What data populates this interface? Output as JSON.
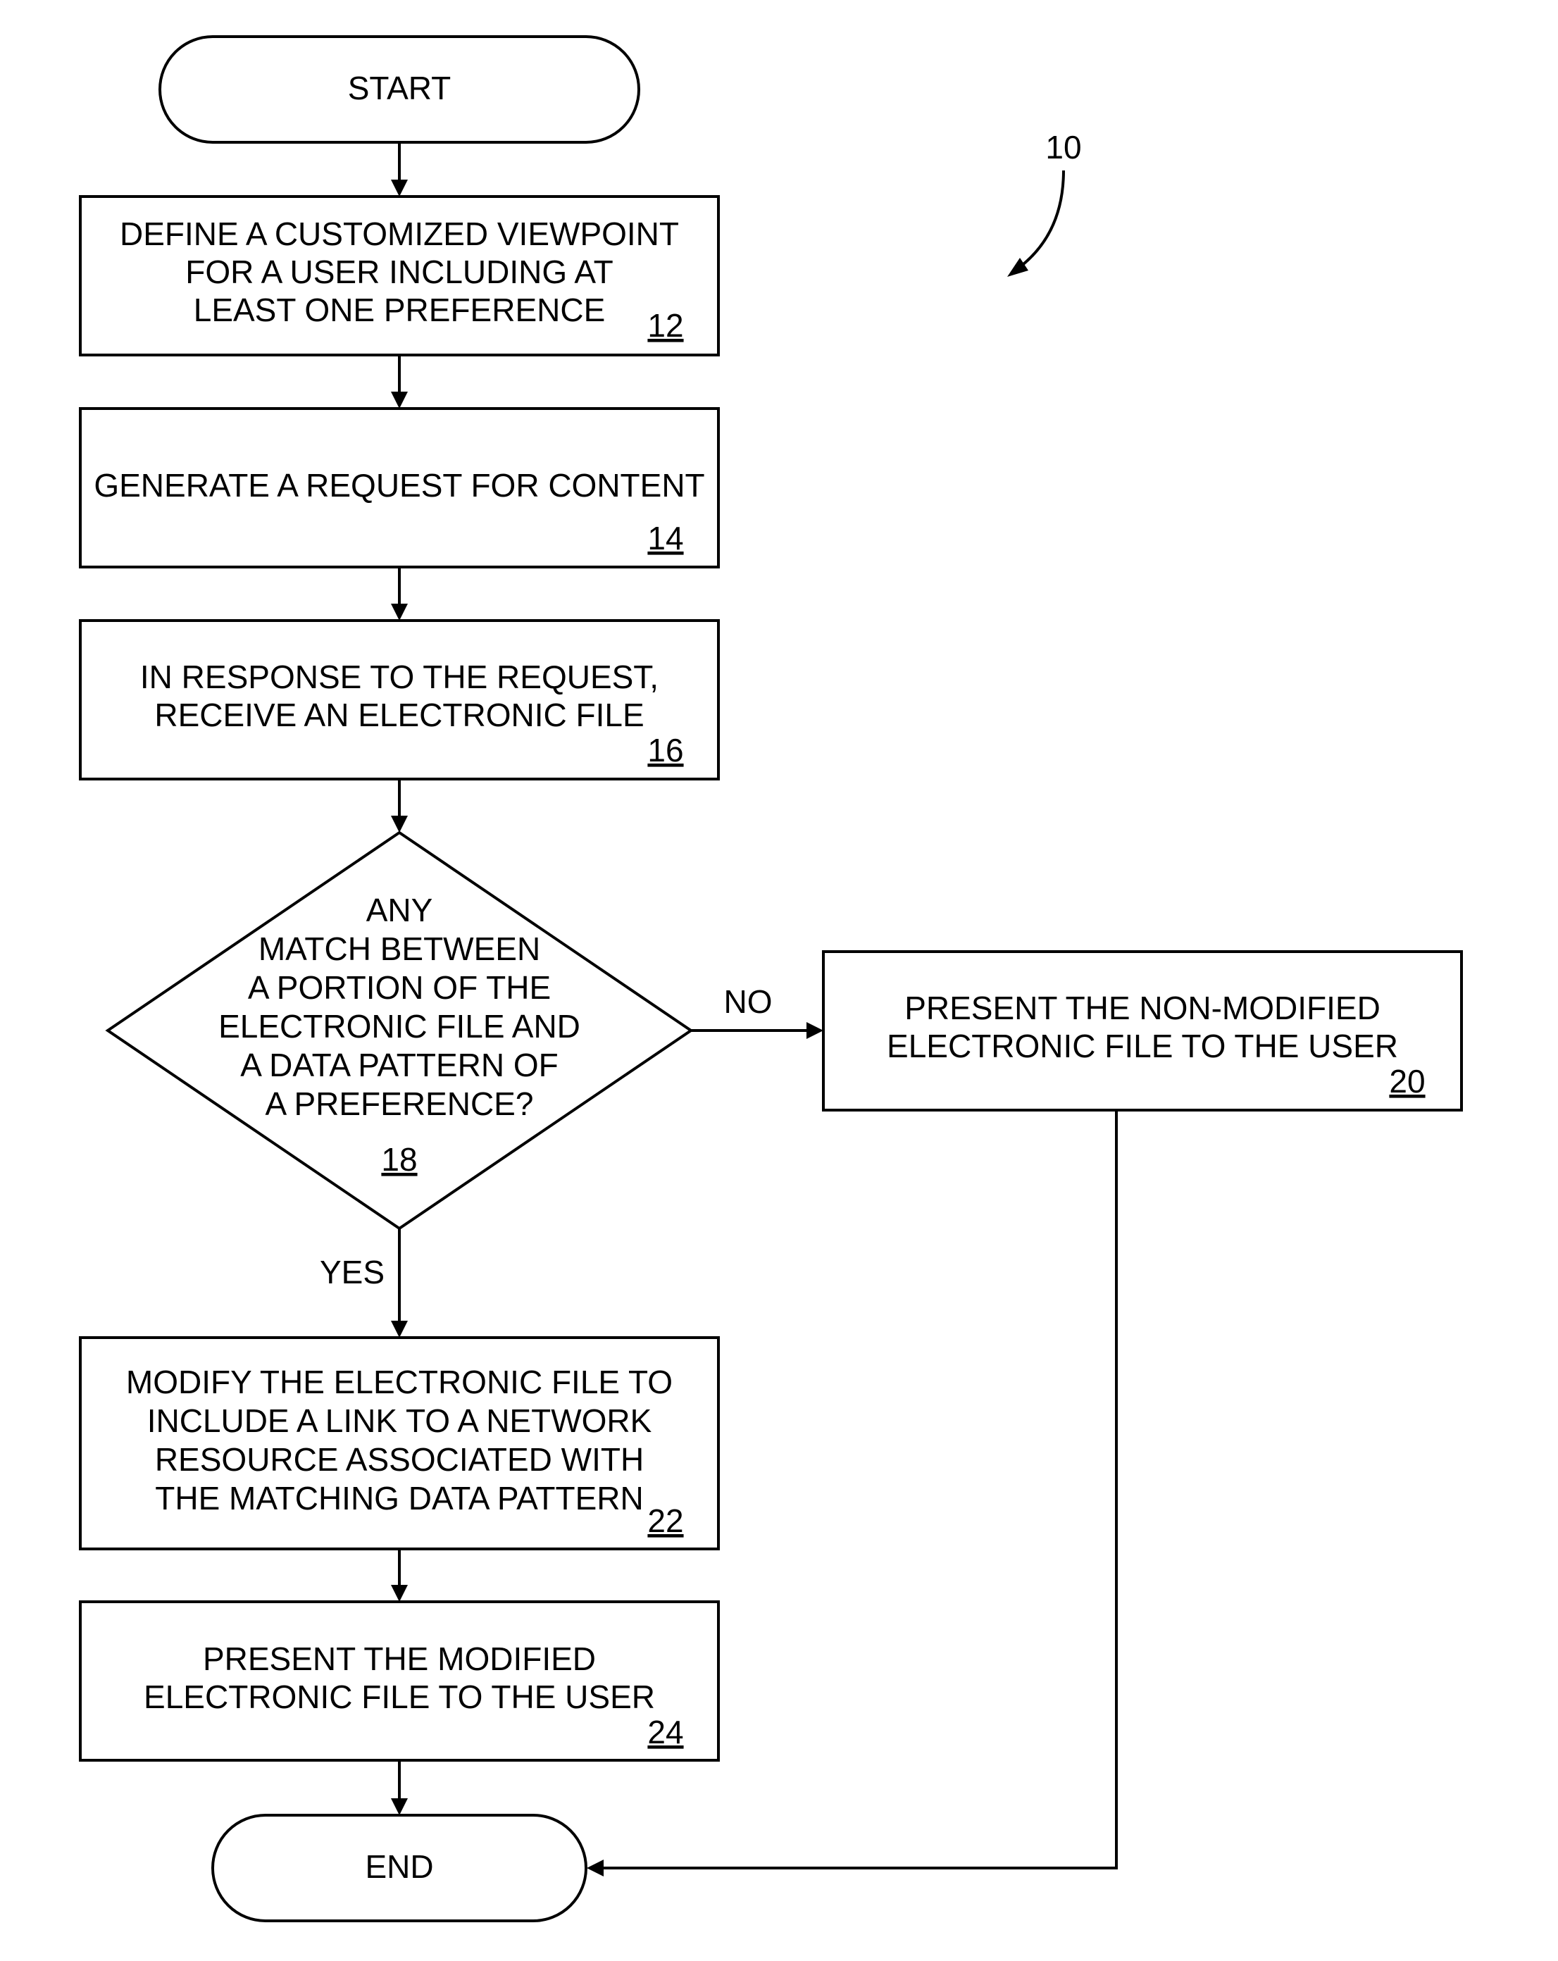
{
  "figure_ref": "10",
  "nodes": {
    "start": {
      "lines": [
        "START"
      ]
    },
    "step12": {
      "lines": [
        "DEFINE A CUSTOMIZED VIEWPOINT",
        "FOR A USER INCLUDING AT",
        "LEAST ONE PREFERENCE"
      ],
      "ref": "12"
    },
    "step14": {
      "lines": [
        "GENERATE A REQUEST FOR CONTENT"
      ],
      "ref": "14"
    },
    "step16": {
      "lines": [
        "IN RESPONSE TO THE REQUEST,",
        "RECEIVE AN ELECTRONIC FILE"
      ],
      "ref": "16"
    },
    "decision18": {
      "lines": [
        "ANY",
        "MATCH BETWEEN",
        "A PORTION OF THE",
        "ELECTRONIC FILE AND",
        "A DATA PATTERN OF",
        "A PREFERENCE?"
      ],
      "ref": "18"
    },
    "step20": {
      "lines": [
        "PRESENT THE NON-MODIFIED",
        "ELECTRONIC FILE TO THE USER"
      ],
      "ref": "20"
    },
    "step22": {
      "lines": [
        "MODIFY THE ELECTRONIC FILE TO",
        "INCLUDE A LINK TO A NETWORK",
        "RESOURCE ASSOCIATED WITH",
        "THE MATCHING DATA PATTERN"
      ],
      "ref": "22"
    },
    "step24": {
      "lines": [
        "PRESENT THE MODIFIED",
        "ELECTRONIC FILE TO THE USER"
      ],
      "ref": "24"
    },
    "end": {
      "lines": [
        "END"
      ]
    }
  },
  "branch_labels": {
    "no": "NO",
    "yes": "YES"
  },
  "colors": {
    "line": "#000000",
    "background": "#ffffff"
  }
}
